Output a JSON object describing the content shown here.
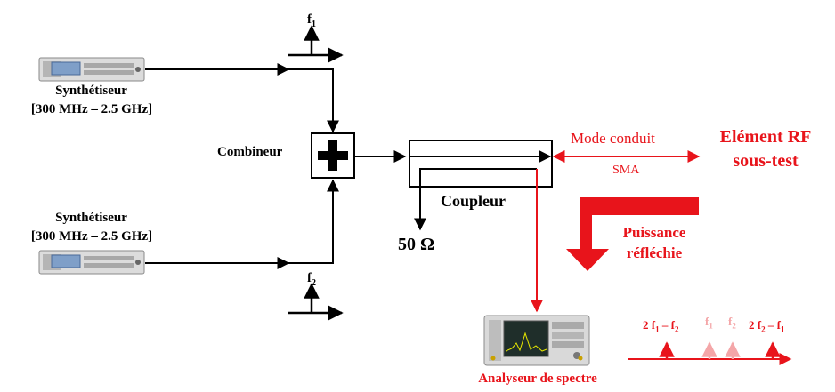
{
  "synth_top": {
    "name": "Synthétiseur",
    "range": "[300 MHz – 2.5 GHz]"
  },
  "synth_bottom": {
    "name": "Synthétiseur",
    "range": "[300 MHz – 2.5 GHz]"
  },
  "combiner": {
    "label": "Combineur",
    "symbol": "+"
  },
  "coupler": {
    "label": "Coupleur"
  },
  "load": {
    "label": "50 Ω"
  },
  "dut": {
    "line1": "Elément RF",
    "line2": "sous-test"
  },
  "link": {
    "mode": "Mode conduit",
    "connector": "SMA"
  },
  "reflected": {
    "line1": "Puissance",
    "line2": "réfléchie"
  },
  "analyzer": {
    "label": "Analyseur de spectre"
  },
  "freq_f1": {
    "base": "f",
    "sub": "1"
  },
  "freq_f2": {
    "base": "f",
    "sub": "2"
  },
  "spectrum": {
    "im_low": {
      "a": "2 f",
      "a_sub": "1",
      "b": " – f",
      "b_sub": "2"
    },
    "f1": {
      "base": "f",
      "sub": "1"
    },
    "f2": {
      "base": "f",
      "sub": "2"
    },
    "im_high": {
      "a": "2 f",
      "a_sub": "2",
      "b": " – f",
      "b_sub": "1"
    }
  },
  "colors": {
    "red": "#e8141b",
    "light_red": "#f4a6a8",
    "black": "#000000"
  }
}
